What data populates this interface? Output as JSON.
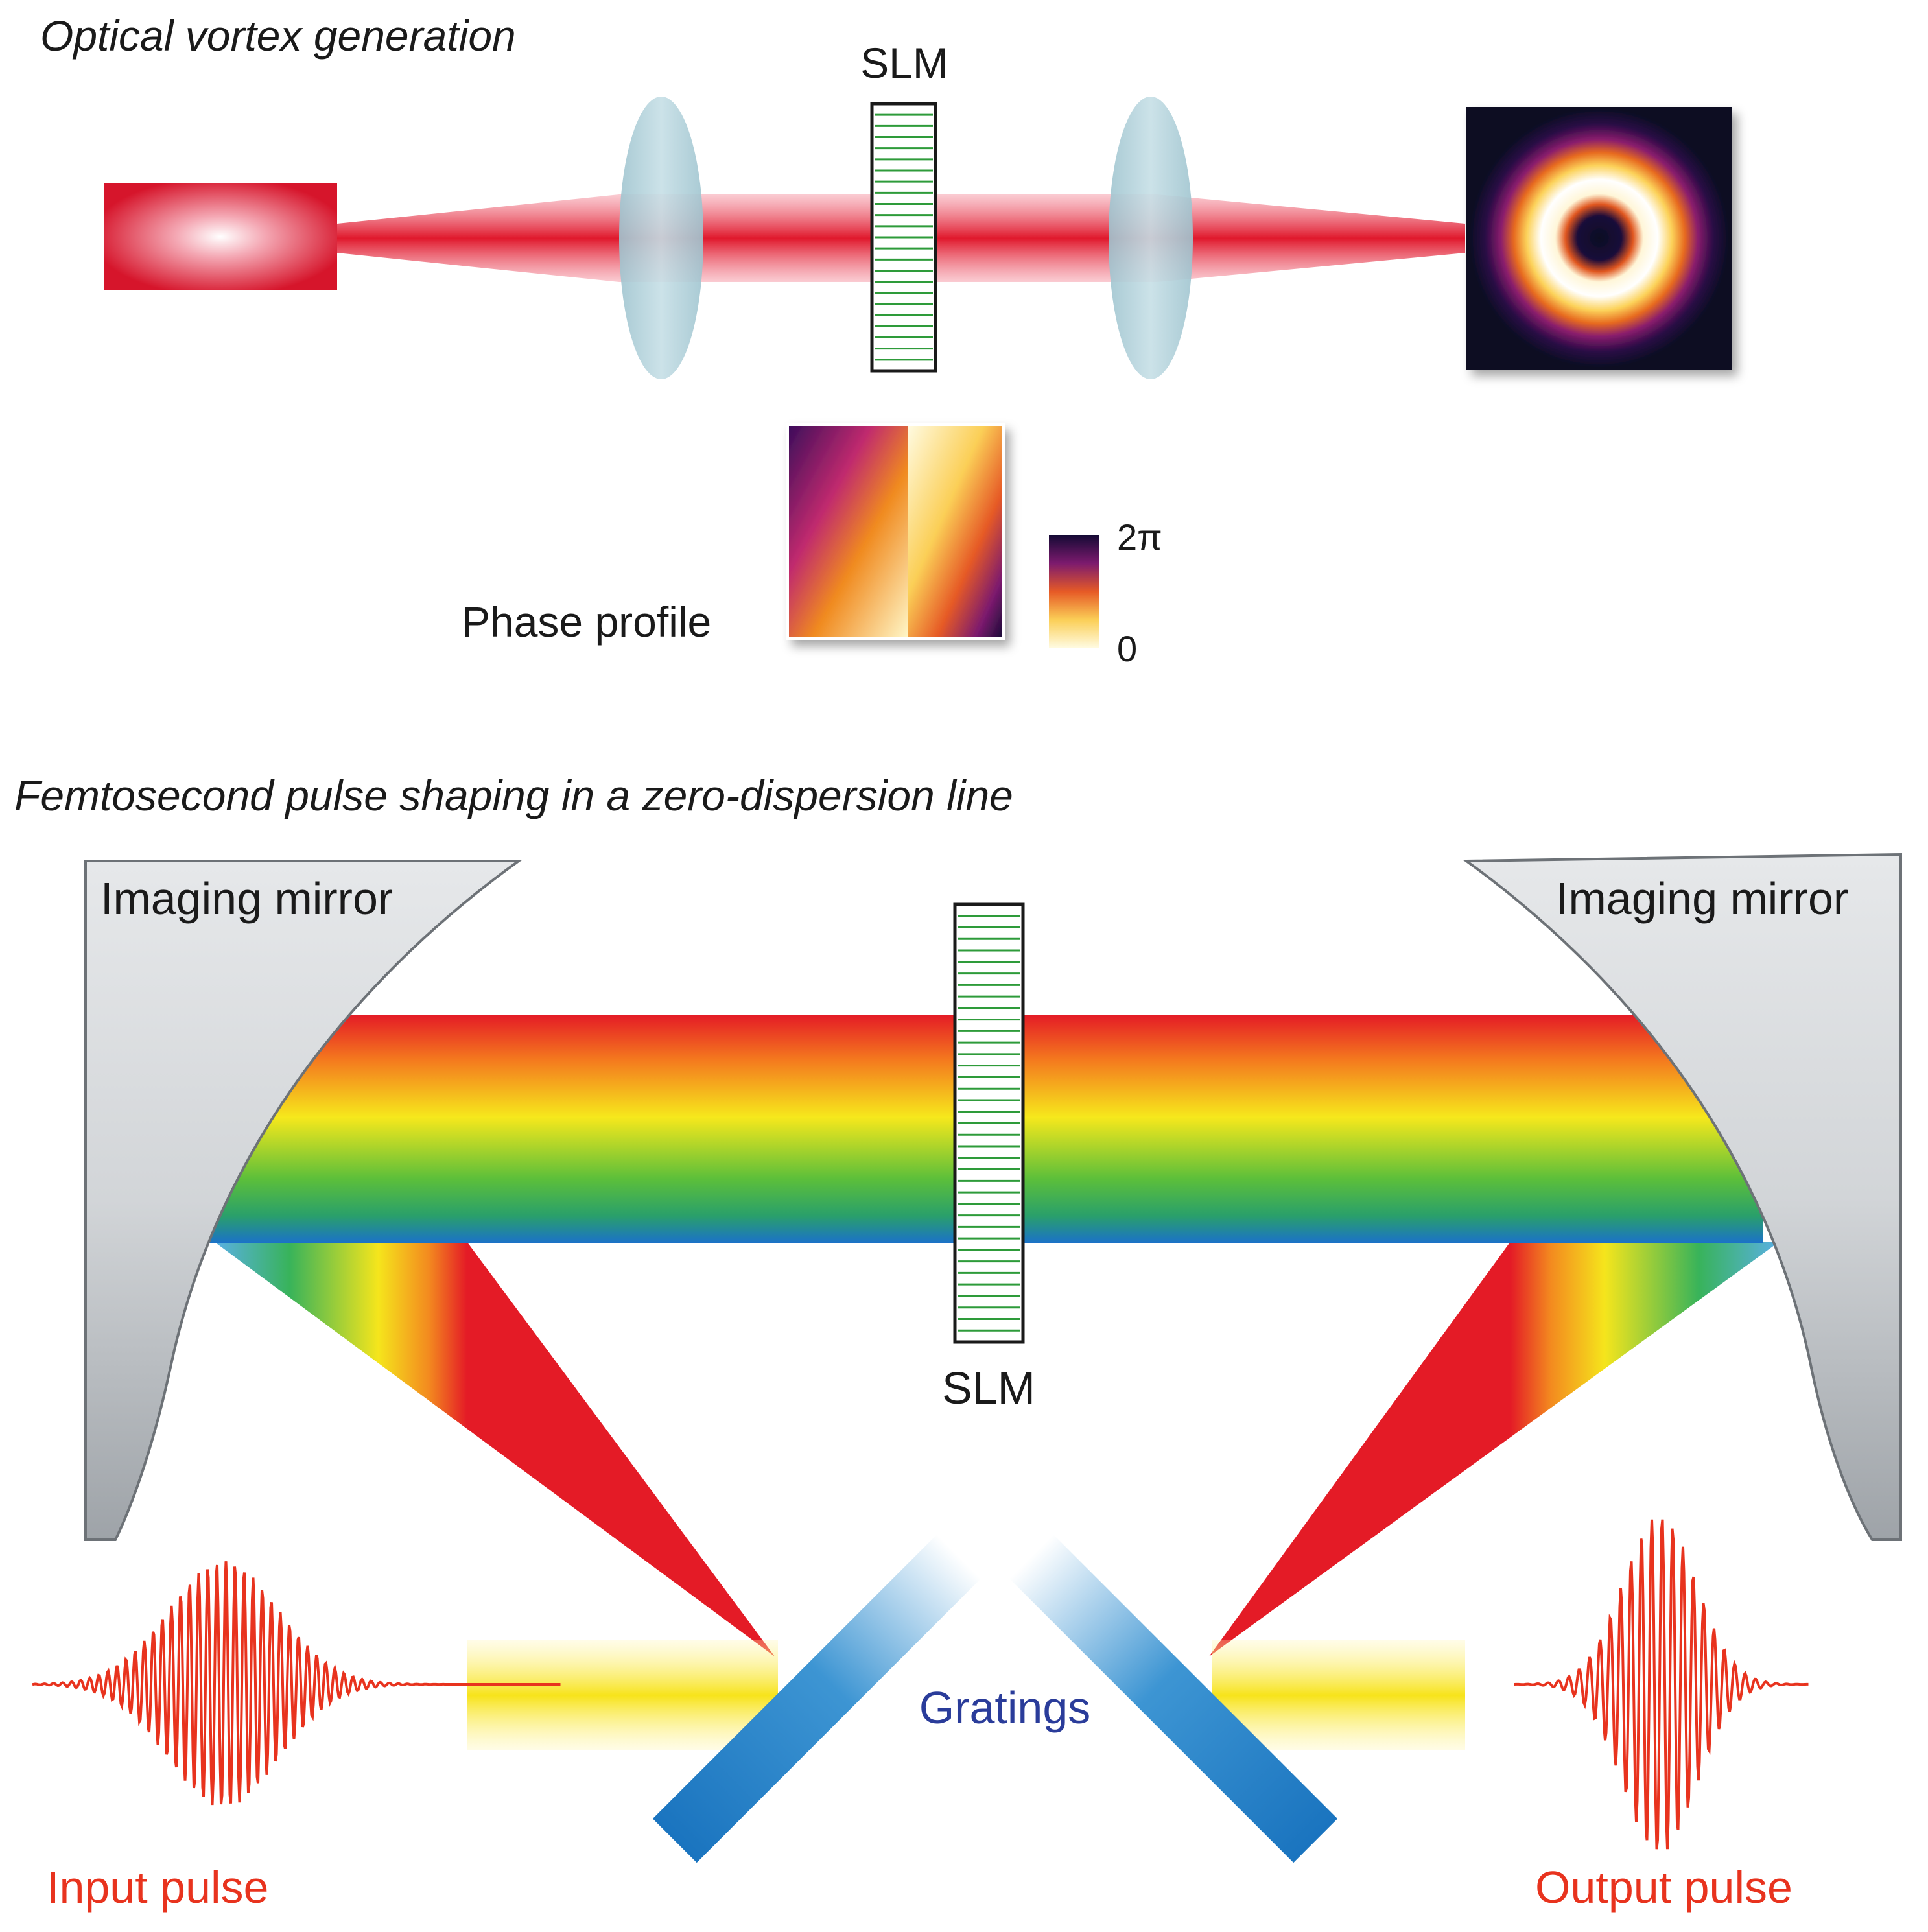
{
  "top": {
    "title": "Optical vortex generation",
    "slm_label": "SLM",
    "phase_label": "Phase profile",
    "scale_max": "2π",
    "scale_min": "0"
  },
  "bottom": {
    "title": "Femtosecond pulse shaping in a zero-dispersion line",
    "mirror_left_label": "Imaging mirror",
    "mirror_right_label": "Imaging mirror",
    "slm_label": "SLM",
    "gratings_label": "Gratings",
    "input_label": "Input pulse",
    "output_label": "Output pulse"
  },
  "colors": {
    "laser_red": "#e0182c",
    "lens": "#a9ccd6",
    "slm_grid": "#2e9b3a",
    "grating": "#1d7fc4",
    "pulse": "#e8331e",
    "gratings_text": "#2a3c9a",
    "pulse_text": "#e8331e"
  }
}
